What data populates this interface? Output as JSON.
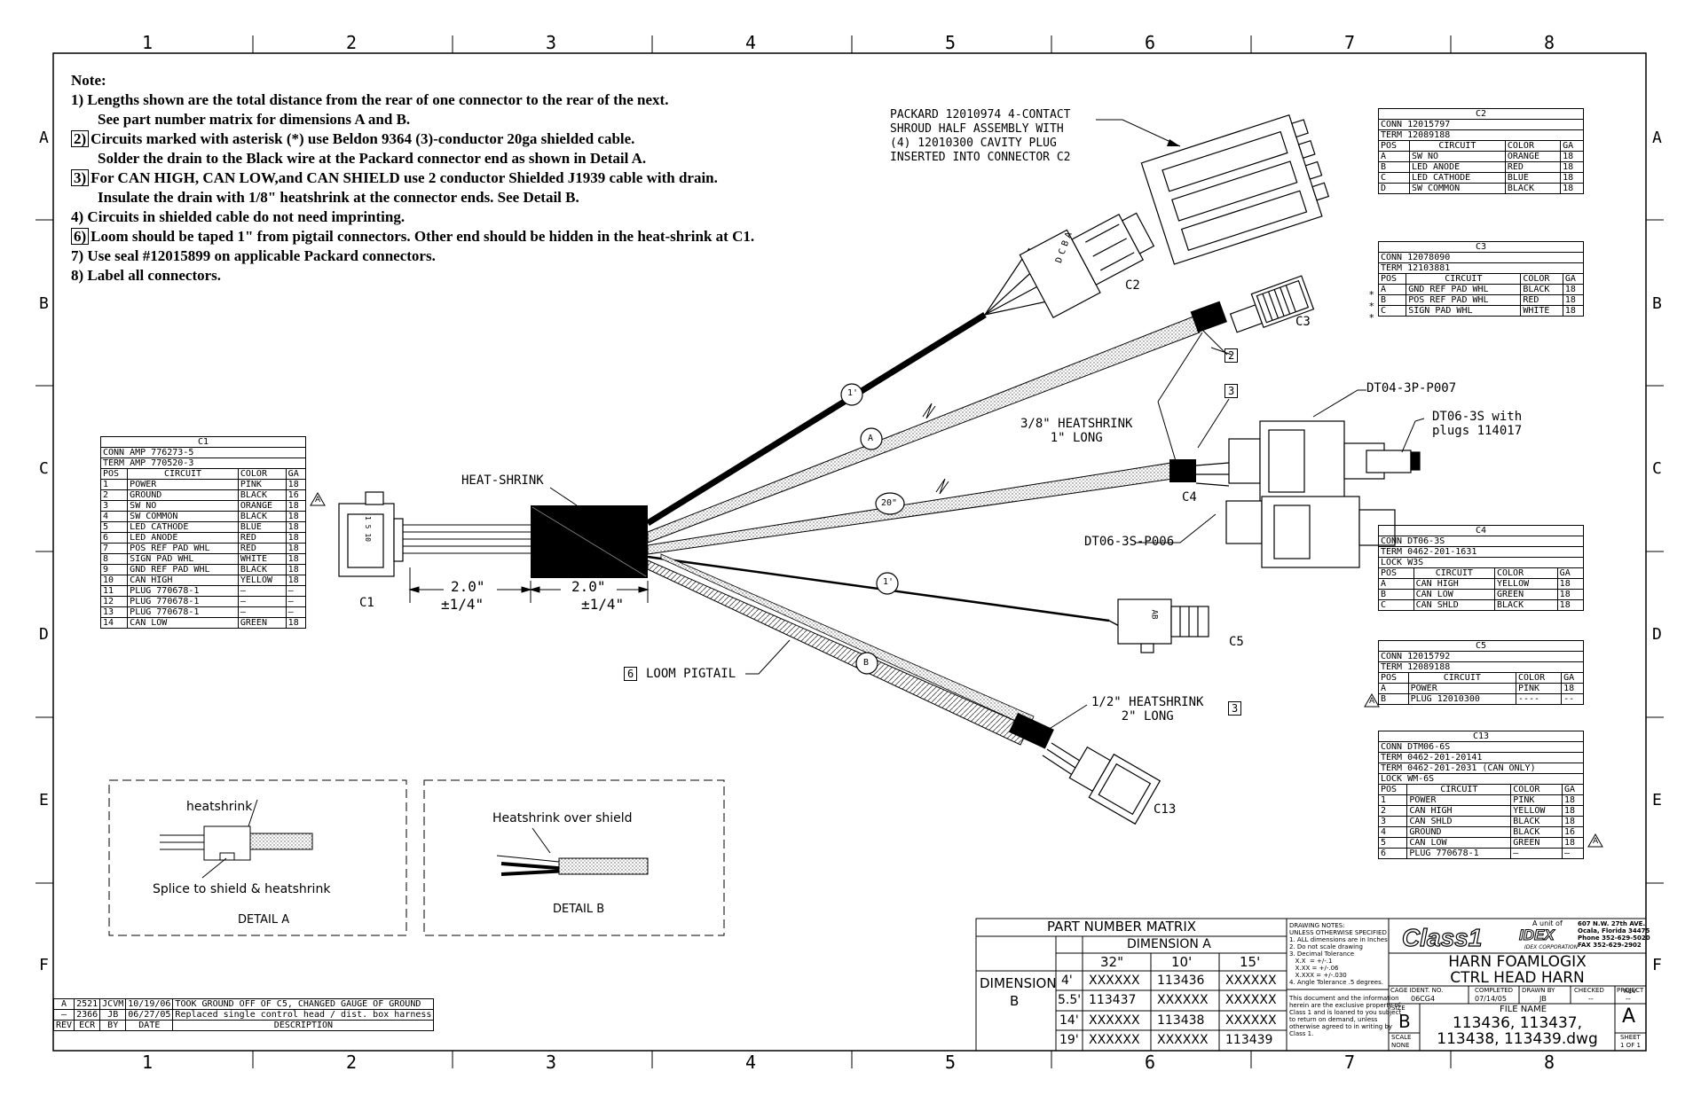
{
  "border": {
    "columns": [
      "1",
      "2",
      "3",
      "4",
      "5",
      "6",
      "7",
      "8"
    ],
    "rows": [
      "A",
      "B",
      "C",
      "D",
      "E",
      "F"
    ]
  },
  "notes": {
    "title": "Note:",
    "lines": [
      {
        "num": "1)",
        "boxed": false,
        "text": "Lengths shown are the total distance from the rear of one connector to the rear of the next."
      },
      {
        "num": "",
        "boxed": false,
        "text": "See part number matrix for dimensions A and B."
      },
      {
        "num": "2)",
        "boxed": true,
        "text": "Circuits marked with asterisk (*) use Beldon 9364 (3)-conductor 20ga shielded cable."
      },
      {
        "num": "",
        "boxed": false,
        "text": "Solder the drain to the Black wire at the Packard connector end as shown in Detail A."
      },
      {
        "num": "3)",
        "boxed": true,
        "text": "For CAN HIGH, CAN LOW,and CAN SHIELD use 2 conductor Shielded J1939 cable with drain."
      },
      {
        "num": "",
        "boxed": false,
        "text": "Insulate the drain with 1/8\" heatshrink at the connector ends. See Detail B."
      },
      {
        "num": "4)",
        "boxed": false,
        "text": "Circuits in shielded cable do not need imprinting."
      },
      {
        "num": "6)",
        "boxed": true,
        "text": "Loom should be taped 1\" from pigtail connectors. Other end should be hidden in the heat-shrink at C1."
      },
      {
        "num": "7)",
        "boxed": false,
        "text": "Use seal #12015899 on applicable Packard connectors."
      },
      {
        "num": "8)",
        "boxed": false,
        "text": "Label all connectors."
      }
    ]
  },
  "labels": {
    "c1": "C1",
    "c2": "C2",
    "c3": "C3",
    "c4": "C4",
    "c5": "C5",
    "c13": "C13",
    "heat_shrink": "HEAT-SHRINK",
    "dim_2in": "2.0\"",
    "dim_tol": "±1/4\"",
    "loom_num": "6",
    "loom": "LOOM PIGTAIL",
    "packard_1": "PACKARD 12010974 4-CONTACT",
    "packard_2": "SHROUD HALF ASSEMBLY WITH",
    "packard_3": "(4) 12010300 CAVITY PLUG",
    "packard_4": "INSERTED INTO CONNECTOR C2",
    "hs38_1": "3/8\" HEATSHRINK",
    "hs38_2": "1\" LONG",
    "hs12_1": "1/2\" HEATSHRINK",
    "hs12_2": "2\" LONG",
    "box2": "2",
    "box3": "3",
    "box3b": "3",
    "dt04": "DT04-3P-P007",
    "dt06_1": "DT06-3S with",
    "dt06_2": "plugs 114017",
    "dt06p": "DT06-3S-P006",
    "bubble_1a": "1'",
    "bubble_a": "A",
    "bubble_20": "20\"",
    "bubble_1b": "1'",
    "bubble_b": "B",
    "pin_c2": "DCBA",
    "pin_c5": "AB",
    "pin_c1": "1 5 10",
    "detail_a_hs": "heatshrink",
    "detail_a_splice": "Splice to shield & heatshrink",
    "detail_a": "DETAIL A",
    "detail_b_hs": "Heatshrink over shield",
    "detail_b": "DETAIL B",
    "rev_flag": "A"
  },
  "c1_table": {
    "title": "C1",
    "conn": "CONN  AMP 776273-5",
    "term": "TERM  AMP 770520-3",
    "head": [
      "POS",
      "CIRCUIT",
      "COLOR",
      "GA"
    ],
    "rows": [
      [
        "1",
        "POWER",
        "PINK",
        "18"
      ],
      [
        "2",
        "GROUND",
        "BLACK",
        "16"
      ],
      [
        "3",
        "SW NO",
        "ORANGE",
        "18"
      ],
      [
        "4",
        "SW COMMON",
        "BLACK",
        "18"
      ],
      [
        "5",
        "LED CATHODE",
        "BLUE",
        "18"
      ],
      [
        "6",
        "LED ANODE",
        "RED",
        "18"
      ],
      [
        "7",
        "POS REF PAD WHL",
        "RED",
        "18"
      ],
      [
        "8",
        "SIGN PAD WHL",
        "WHITE",
        "18"
      ],
      [
        "9",
        "GND REF PAD WHL",
        "BLACK",
        "18"
      ],
      [
        "10",
        "CAN HIGH",
        "YELLOW",
        "18"
      ],
      [
        "11",
        "PLUG 770678-1",
        "–",
        "–"
      ],
      [
        "12",
        "PLUG 770678-1",
        "–",
        "–"
      ],
      [
        "13",
        "PLUG 770678-1",
        "–",
        "–"
      ],
      [
        "14",
        "CAN LOW",
        "GREEN",
        "18"
      ]
    ]
  },
  "c2_table": {
    "title": "C2",
    "conn": "CONN  12015797",
    "term": "TERM  12089188",
    "head": [
      "POS",
      "CIRCUIT",
      "COLOR",
      "GA"
    ],
    "rows": [
      [
        "A",
        "SW NO",
        "ORANGE",
        "18"
      ],
      [
        "B",
        "LED ANODE",
        "RED",
        "18"
      ],
      [
        "C",
        "LED CATHODE",
        "BLUE",
        "18"
      ],
      [
        "D",
        "SW COMMON",
        "BLACK",
        "18"
      ]
    ]
  },
  "c3_table": {
    "title": "C3",
    "conn": "CONN  12078090",
    "term": "TERM  12103881",
    "head": [
      "POS",
      "CIRCUIT",
      "COLOR",
      "GA"
    ],
    "rows": [
      [
        "A",
        "GND REF PAD WHL",
        "BLACK",
        "18"
      ],
      [
        "B",
        "POS REF PAD WHL",
        "RED",
        "18"
      ],
      [
        "C",
        "SIGN PAD WHL",
        "WHITE",
        "18"
      ]
    ],
    "marks": [
      "*",
      "*",
      "*"
    ]
  },
  "c4_table": {
    "title": "C4",
    "conn": "CONN  DT06-3S",
    "term": "TERM  0462-201-1631",
    "lock": "LOCK  W3S",
    "head": [
      "POS",
      "CIRCUIT",
      "COLOR",
      "GA"
    ],
    "rows": [
      [
        "A",
        "CAN HIGH",
        "YELLOW",
        "18"
      ],
      [
        "B",
        "CAN LOW",
        "GREEN",
        "18"
      ],
      [
        "C",
        "CAN SHLD",
        "BLACK",
        "18"
      ]
    ]
  },
  "c5_table": {
    "title": "C5",
    "conn": "CONN  12015792",
    "term": "TERM  12089188",
    "head": [
      "POS",
      "CIRCUIT",
      "COLOR",
      "GA"
    ],
    "rows": [
      [
        "A",
        "POWER",
        "PINK",
        "18"
      ],
      [
        "B",
        "PLUG  12010300",
        "----",
        "--"
      ]
    ]
  },
  "c13_table": {
    "title": "C13",
    "conn": "CONN  DTM06-6S",
    "term1": "TERM  0462-201-20141",
    "term2": "TERM  0462-201-2031  (CAN ONLY)",
    "lock": "LOCK  WM-6S",
    "head": [
      "POS",
      "CIRCUIT",
      "COLOR",
      "GA"
    ],
    "rows": [
      [
        "1",
        "POWER",
        "PINK",
        "18"
      ],
      [
        "2",
        "CAN HIGH",
        "YELLOW",
        "18"
      ],
      [
        "3",
        "CAN SHLD",
        "BLACK",
        "18"
      ],
      [
        "4",
        "GROUND",
        "BLACK",
        "16"
      ],
      [
        "5",
        "CAN LOW",
        "GREEN",
        "18"
      ],
      [
        "6",
        "PLUG 770678-1",
        "–",
        "–"
      ]
    ]
  },
  "revisions": {
    "rows": [
      [
        "A",
        "2521",
        "JCVM",
        "10/19/06",
        "TOOK GROUND OFF OF C5, CHANGED GAUGE OF GROUND"
      ],
      [
        "–",
        "2366",
        "JB",
        "06/27/05",
        "Replaced single control head / dist. box harness"
      ]
    ],
    "head": [
      "REV",
      "ECR",
      "BY",
      "DATE",
      "DESCRIPTION"
    ]
  },
  "matrix": {
    "title": "PART NUMBER MATRIX",
    "dim_a": "DIMENSION A",
    "cols": [
      "32\"",
      "10'",
      "15'"
    ],
    "dim_b_1": "DIMENSION",
    "dim_b_2": "B",
    "rows": [
      {
        "b": "4'",
        "v": [
          "XXXXXX",
          "113436",
          "XXXXXX"
        ]
      },
      {
        "b": "5.5'",
        "v": [
          "113437",
          "XXXXXX",
          "XXXXXX"
        ]
      },
      {
        "b": "14'",
        "v": [
          "XXXXXX",
          "113438",
          "XXXXXX"
        ]
      },
      {
        "b": "19'",
        "v": [
          "XXXXXX",
          "XXXXXX",
          "113439"
        ]
      }
    ]
  },
  "title_block": {
    "drawing_notes": [
      "DRAWING NOTES:",
      "UNLESS OTHERWISE SPECIFIED",
      "1. ALL dimensions are in Inches",
      "2. Do not scale drawing",
      "3. Decimal Tolerance",
      "   X.X  = +/-.1",
      "   X.XX = +/-.06",
      "   X.XXX = +/-.030",
      "4. Angle Tolerance .5 degrees."
    ],
    "proprietary": [
      "This document and the information",
      "herein are the exclusive property of",
      "Class 1 and is loaned to you subject",
      "to return on demand, unless",
      "otherwise agreed to in writing by",
      "Class 1."
    ],
    "logo": "Class1",
    "unit_of": "A unit of",
    "idex": "IDEX",
    "idex_corp": "IDEX CORPORATION",
    "address": [
      "607 N.W. 27th AVE.",
      "Ocala, Florida 34475",
      "Phone 352-629-5020",
      "FAX   352-629-2902"
    ],
    "title_1": "HARN FOAMLOGIX",
    "title_2": "CTRL HEAD HARN",
    "cage_label": "CAGE IDENT. NO.",
    "cage": "06CG4",
    "completed_label": "COMPLETED",
    "completed": "07/14/05",
    "drawn_label": "DRAWN BY",
    "drawn": "JB",
    "checked_label": "CHECKED",
    "checked": "--",
    "project_label": "PROJECT",
    "project": "--",
    "size_label": "SIZE",
    "size": "B",
    "file_label": "FILE NAME",
    "file_1": "113436, 113437,",
    "file_2": "113438, 113439.dwg",
    "rev_label": "REV",
    "rev": "A",
    "scale_label": "SCALE",
    "scale": "NONE",
    "sheet_label": "SHEET",
    "sheet": "1 OF 1"
  }
}
